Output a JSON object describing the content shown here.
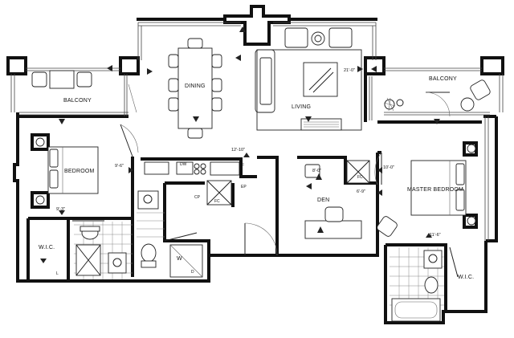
{
  "rooms": {
    "dining": "DINING",
    "living": "LIVING",
    "balcony_left": "BALCONY",
    "balcony_right": "BALCONY",
    "bedroom": "BEDROOM",
    "master_bedroom": "MASTER BEDROOM",
    "den": "DEN",
    "wic_left": "W.I.C.",
    "wic_right": "W.I.C."
  },
  "dimensions": {
    "living": "21'-0\"",
    "kitchen": "12'-10\"",
    "bedroom": "9'-6\"",
    "bedroom_closet": "9'-3\"",
    "den_w": "8'-0\"",
    "den_h": "6'-9\"",
    "master_w": "10'-0\"",
    "master_closet": "11'-6\""
  },
  "fixtures": {
    "dishwasher": "DW",
    "fridge": "F",
    "coat_closet": "CP",
    "fan_coil_left": "FC",
    "fan_coil_right": "FC",
    "electrical_panel": "EP",
    "linen": "L",
    "washer": "W",
    "dryer": "D"
  }
}
